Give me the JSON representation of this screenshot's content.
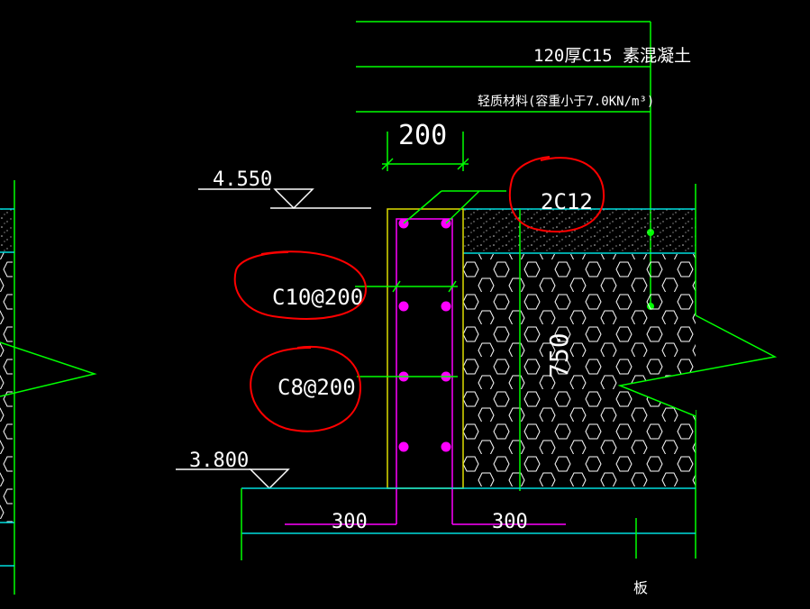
{
  "notes": {
    "slab_note": "120厚C15 素混凝土",
    "fill_note": "轻质材料(容重小于7.0KN/m³)"
  },
  "dimensions": {
    "wall_width": "200",
    "height": "750",
    "footing_left": "300",
    "footing_right": "300"
  },
  "levels": {
    "top": "4.550",
    "bottom": "3.800"
  },
  "rebar": {
    "top_bars": "2C12",
    "horizontal": "C10@200",
    "vertical": "C8@200"
  },
  "labels": {
    "slab": "板"
  },
  "colors": {
    "background": "#000000",
    "line_green": "#00ff00",
    "line_cyan": "#00dddd",
    "wall_yellow": "#dddd00",
    "rebar_magenta": "#ff00ff",
    "markup_red": "#ff0000",
    "text_white": "#ffffff"
  }
}
